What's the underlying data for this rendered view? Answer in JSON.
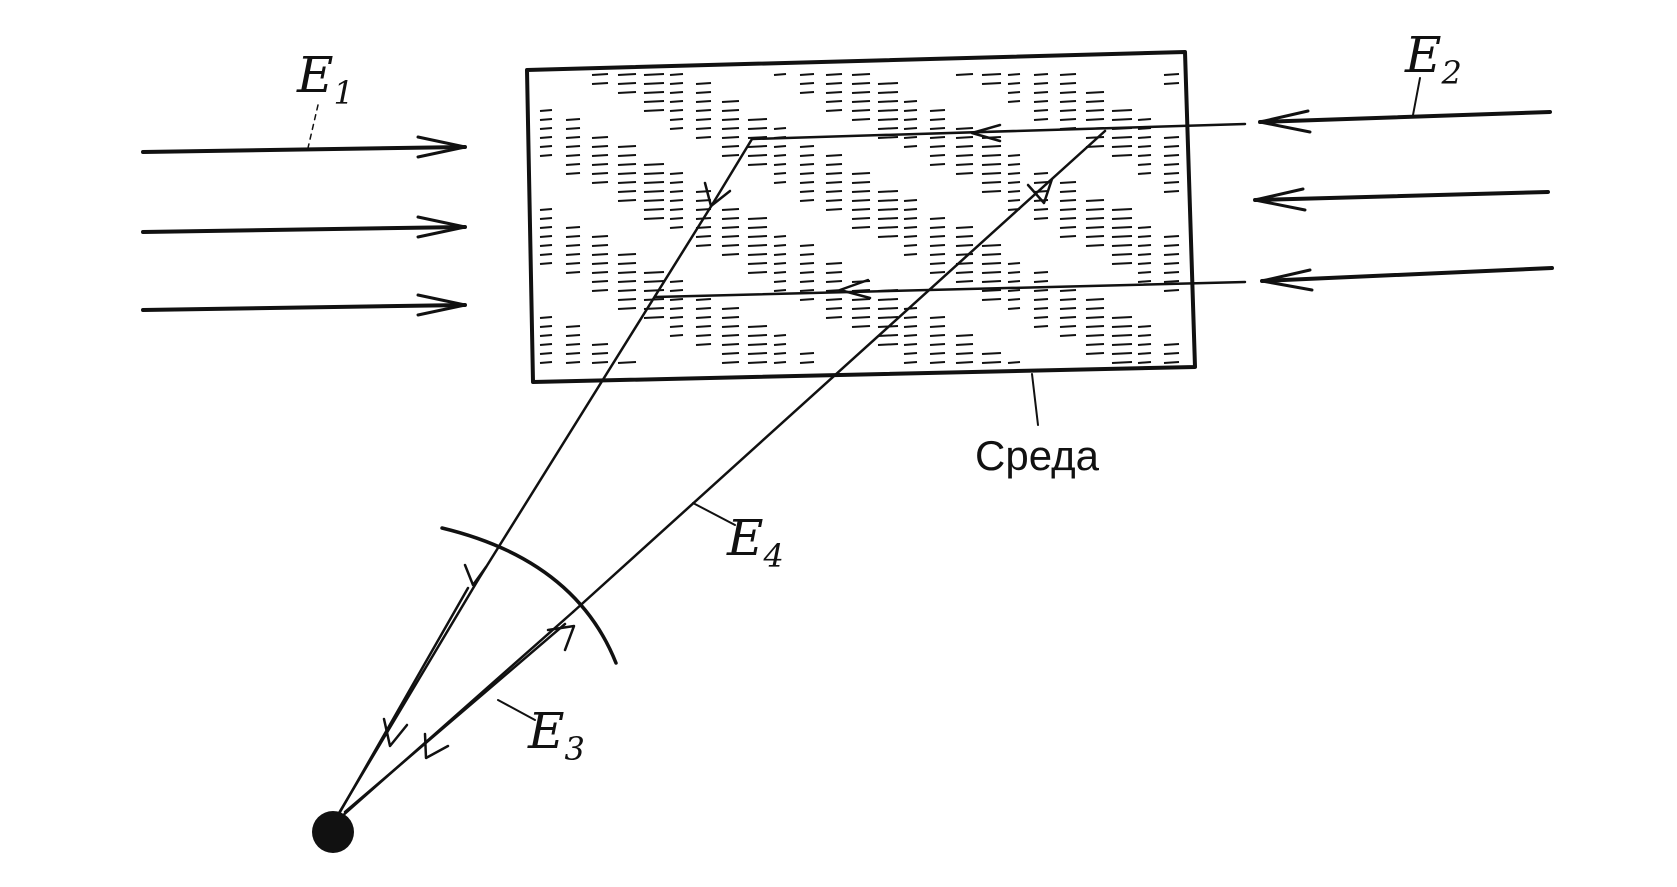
{
  "labels": {
    "e1": {
      "base": "E",
      "sub": "1"
    },
    "e2": {
      "base": "E",
      "sub": "2"
    },
    "e3": {
      "base": "E",
      "sub": "3"
    },
    "e4": {
      "base": "E",
      "sub": "4"
    },
    "medium": "Среда"
  },
  "colors": {
    "ink": "#111111",
    "background": "#ffffff"
  }
}
